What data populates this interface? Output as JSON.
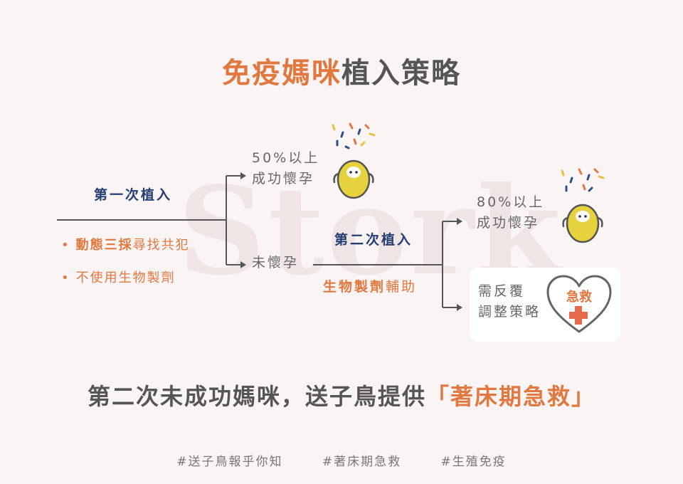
{
  "watermark": "Stork",
  "title": {
    "highlight": "免疫媽咪",
    "rest": "植入策略"
  },
  "first": {
    "label": "第一次植入",
    "bullet1_strong": "動態三採",
    "bullet1_rest": "尋找共犯",
    "bullet2": "不使用生物製劑",
    "success_line1": "50%以上",
    "success_line2": "成功懷孕",
    "fail": "未懷孕"
  },
  "second": {
    "label": "第二次植入",
    "support_strong": "生物製劑",
    "support_rest": "輔助",
    "success_line1": "80%以上",
    "success_line2": "成功懷孕",
    "adjust_line1": "需反覆",
    "adjust_line2": "調整策略",
    "heart_text": "急救"
  },
  "conclusion": {
    "text": "第二次未成功媽咪，送子鳥提供",
    "highlight": "「著床期急救」"
  },
  "hashtags": [
    "#送子鳥報乎你知",
    "#著床期急救",
    "#生殖免疫"
  ],
  "colors": {
    "accent": "#e07840",
    "navy": "#243e74",
    "text": "#555555",
    "egg": "#e6d23c",
    "line": "#555555",
    "heart": "#666666",
    "cross": "#e56a4e"
  }
}
